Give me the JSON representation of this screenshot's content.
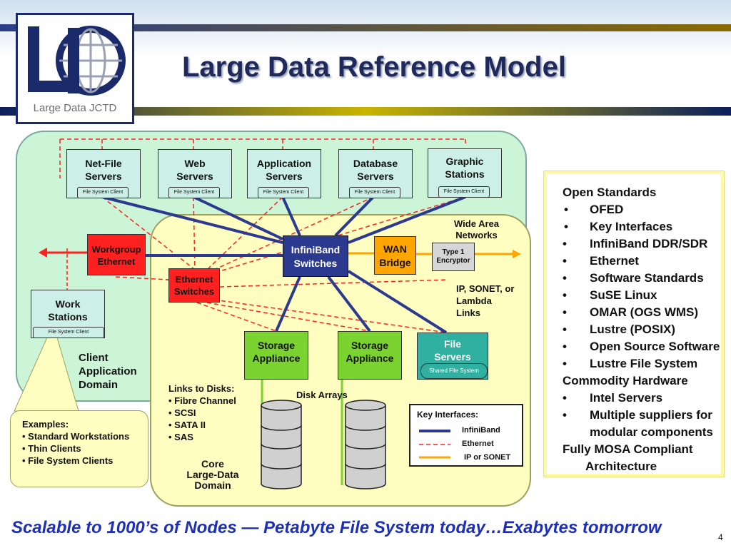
{
  "title": "Large Data Reference Model",
  "logo": {
    "letters": "LD",
    "caption": "Large Data JCTD"
  },
  "servers": [
    {
      "label": "Net-File\nServers",
      "client": "File System Client"
    },
    {
      "label": "Web\nServers",
      "client": "File System Client"
    },
    {
      "label": "Application\nServers",
      "client": "File System Client"
    },
    {
      "label": "Database\nServers",
      "client": "File System Client"
    },
    {
      "label": "Graphic\nStations",
      "client": "File System Client"
    }
  ],
  "workstations": {
    "label": "Work\nStations",
    "client": "File System Client"
  },
  "workgroup_ethernet": "Workgroup\nEthernet",
  "ethernet_switches": "Ethernet\nSwitches",
  "infiniband_switches": "InfiniBand\nSwitches",
  "wan_bridge": "WAN\nBridge",
  "encryptor": "Type 1\nEncryptor",
  "wide_area_networks": "Wide Area\nNetworks",
  "ip_sonet_links": "IP, SONET, or\nLambda\nLinks",
  "storage_appliances": [
    "Storage\nAppliance",
    "Storage\nAppliance"
  ],
  "file_servers": {
    "label": "File\nServers",
    "client": "Shared File System"
  },
  "client_domain_label": "Client\nApplication\nDomain",
  "links_to_disks": {
    "title": "Links to Disks:",
    "items": [
      "• Fibre Channel",
      "• SCSI",
      "• SATA II",
      "• SAS"
    ]
  },
  "disk_arrays": "Disk Arrays",
  "core_domain_label": "Core\nLarge-Data\nDomain",
  "examples": {
    "title": "Examples:",
    "items": [
      "• Standard Workstations",
      "• Thin Clients",
      "• File System Clients"
    ]
  },
  "key_interfaces": {
    "title": "Key Interfaces:",
    "items": [
      {
        "label": "InfiniBand",
        "color": "#2b3a8f"
      },
      {
        "label": "Ethernet",
        "color": "#ff2020"
      },
      {
        "label": "IP or SONET",
        "color": "#ffa500"
      }
    ]
  },
  "right_panel": [
    {
      "text": "Open Standards",
      "level": 0
    },
    {
      "text": "OFED",
      "level": 1
    },
    {
      "text": "Key Interfaces",
      "level": 1
    },
    {
      "text": "InfiniBand DDR/SDR",
      "level": 2
    },
    {
      "text": "Ethernet",
      "level": 2
    },
    {
      "text": "Software Standards",
      "level": 2
    },
    {
      "text": "SuSE Linux",
      "level": 2
    },
    {
      "text": "OMAR (OGS WMS)",
      "level": 2
    },
    {
      "text": "Lustre (POSIX)",
      "level": 2
    },
    {
      "text": "Open Source Software",
      "level": 2
    },
    {
      "text": "Lustre File System",
      "level": 2
    },
    {
      "text": "Commodity Hardware",
      "level": 0
    },
    {
      "text": "Intel Servers",
      "level": 2
    },
    {
      "text": "Multiple suppliers for",
      "level": 2
    },
    {
      "text": "modular components",
      "level": 3
    },
    {
      "text": "Fully MOSA Compliant",
      "level": 0
    },
    {
      "text": "Architecture",
      "level": 4
    }
  ],
  "bullet_char": "•",
  "footer": "Scalable to 1000’s of Nodes — Petabyte File System today…Exabytes tomorrow",
  "page_number": "4"
}
